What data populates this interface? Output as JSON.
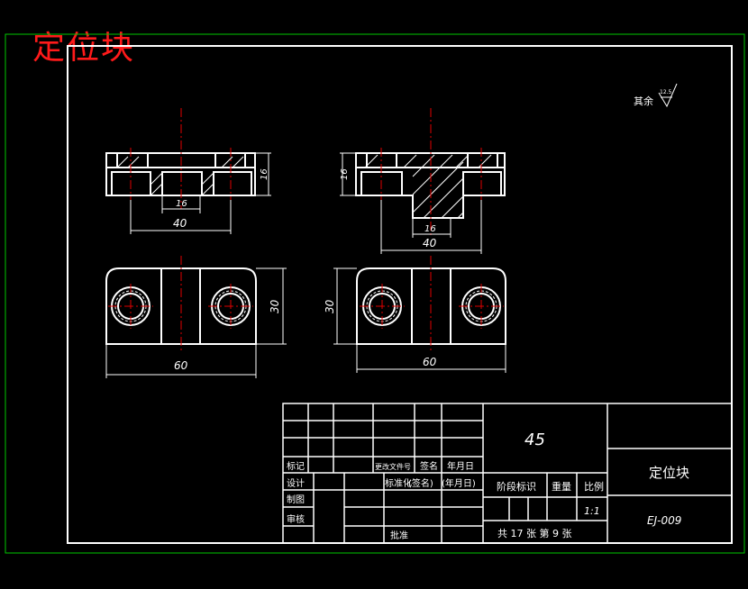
{
  "header": {
    "part_title": "定位块",
    "roughness_note": "其余",
    "roughness_value": "12.5"
  },
  "views": {
    "front_left": {
      "dim_width": "40",
      "dim_slot": "16",
      "dim_height": "16"
    },
    "front_right": {
      "dim_width": "40",
      "dim_slot": "16",
      "dim_height": "16"
    },
    "top_left": {
      "dim_width": "60",
      "dim_height": "30"
    },
    "top_right": {
      "dim_width": "60",
      "dim_height": "30"
    }
  },
  "title_block": {
    "material": "45",
    "part_name": "定位块",
    "drawing_no": "EJ-009",
    "scale": "1:1",
    "sheet_info": "共 17 张  第 9 张",
    "labels": {
      "mark": "标记",
      "change_doc": "更改文件号",
      "signature": "签名",
      "date": "年月日",
      "design": "设计",
      "draw": "制图",
      "check": "审核",
      "standardize": "标准化",
      "sign_paren": "(签名)",
      "date_paren": "(年月日)",
      "stage_mark": "阶段标识",
      "weight": "重量",
      "scale_label": "比例",
      "approve": "批准"
    }
  }
}
